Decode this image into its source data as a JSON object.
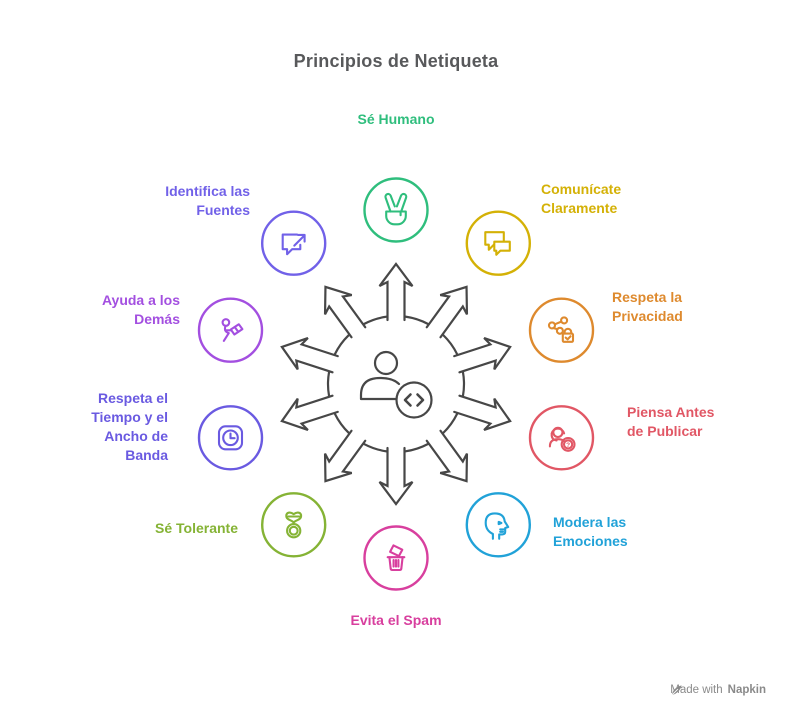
{
  "header": {
    "title": "Principios de Netiqueta",
    "color": "#58595B"
  },
  "center": {
    "icon": "user-code-icon",
    "color": "#474747"
  },
  "nodes": [
    {
      "id": "se-humano",
      "label": "Sé Humano",
      "color": "#2FBE7D",
      "icon": "victory-hand-icon"
    },
    {
      "id": "comunicate-claramente",
      "label": "Comunícate\nClaramente",
      "color": "#D4B106",
      "icon": "chat-bubbles-icon"
    },
    {
      "id": "respeta-la-privacidad",
      "label": "Respeta la\nPrivacidad",
      "color": "#DE8A2E",
      "icon": "share-lock-icon"
    },
    {
      "id": "piensa-antes-publicar",
      "label": "Piensa Antes\nde Publicar",
      "color": "#E15765",
      "icon": "person-question-icon"
    },
    {
      "id": "modera-las-emociones",
      "label": "Modera las\nEmociones",
      "color": "#21A2D8",
      "icon": "head-profile-icon"
    },
    {
      "id": "evita-el-spam",
      "label": "Evita el Spam",
      "color": "#D83F9E",
      "icon": "trash-paper-icon"
    },
    {
      "id": "se-tolerante",
      "label": "Sé Tolerante",
      "color": "#85B335",
      "icon": "ring-heart-icon"
    },
    {
      "id": "respeta-el-tiempo",
      "label": "Respeta el\nTiempo y el\nAncho de\nBanda",
      "color": "#6A5AE1",
      "icon": "clock-icon"
    },
    {
      "id": "ayuda-a-los-demas",
      "label": "Ayuda a los\nDemás",
      "color": "#A34FE0",
      "icon": "person-book-icon"
    },
    {
      "id": "identifica-las-fuentes",
      "label": "Identifica las\nFuentes",
      "color": "#7161E8",
      "icon": "chat-arrow-icon"
    }
  ],
  "watermark": {
    "prefix": "Made with",
    "brand": "Napkin",
    "color": "#8A8A8A"
  }
}
